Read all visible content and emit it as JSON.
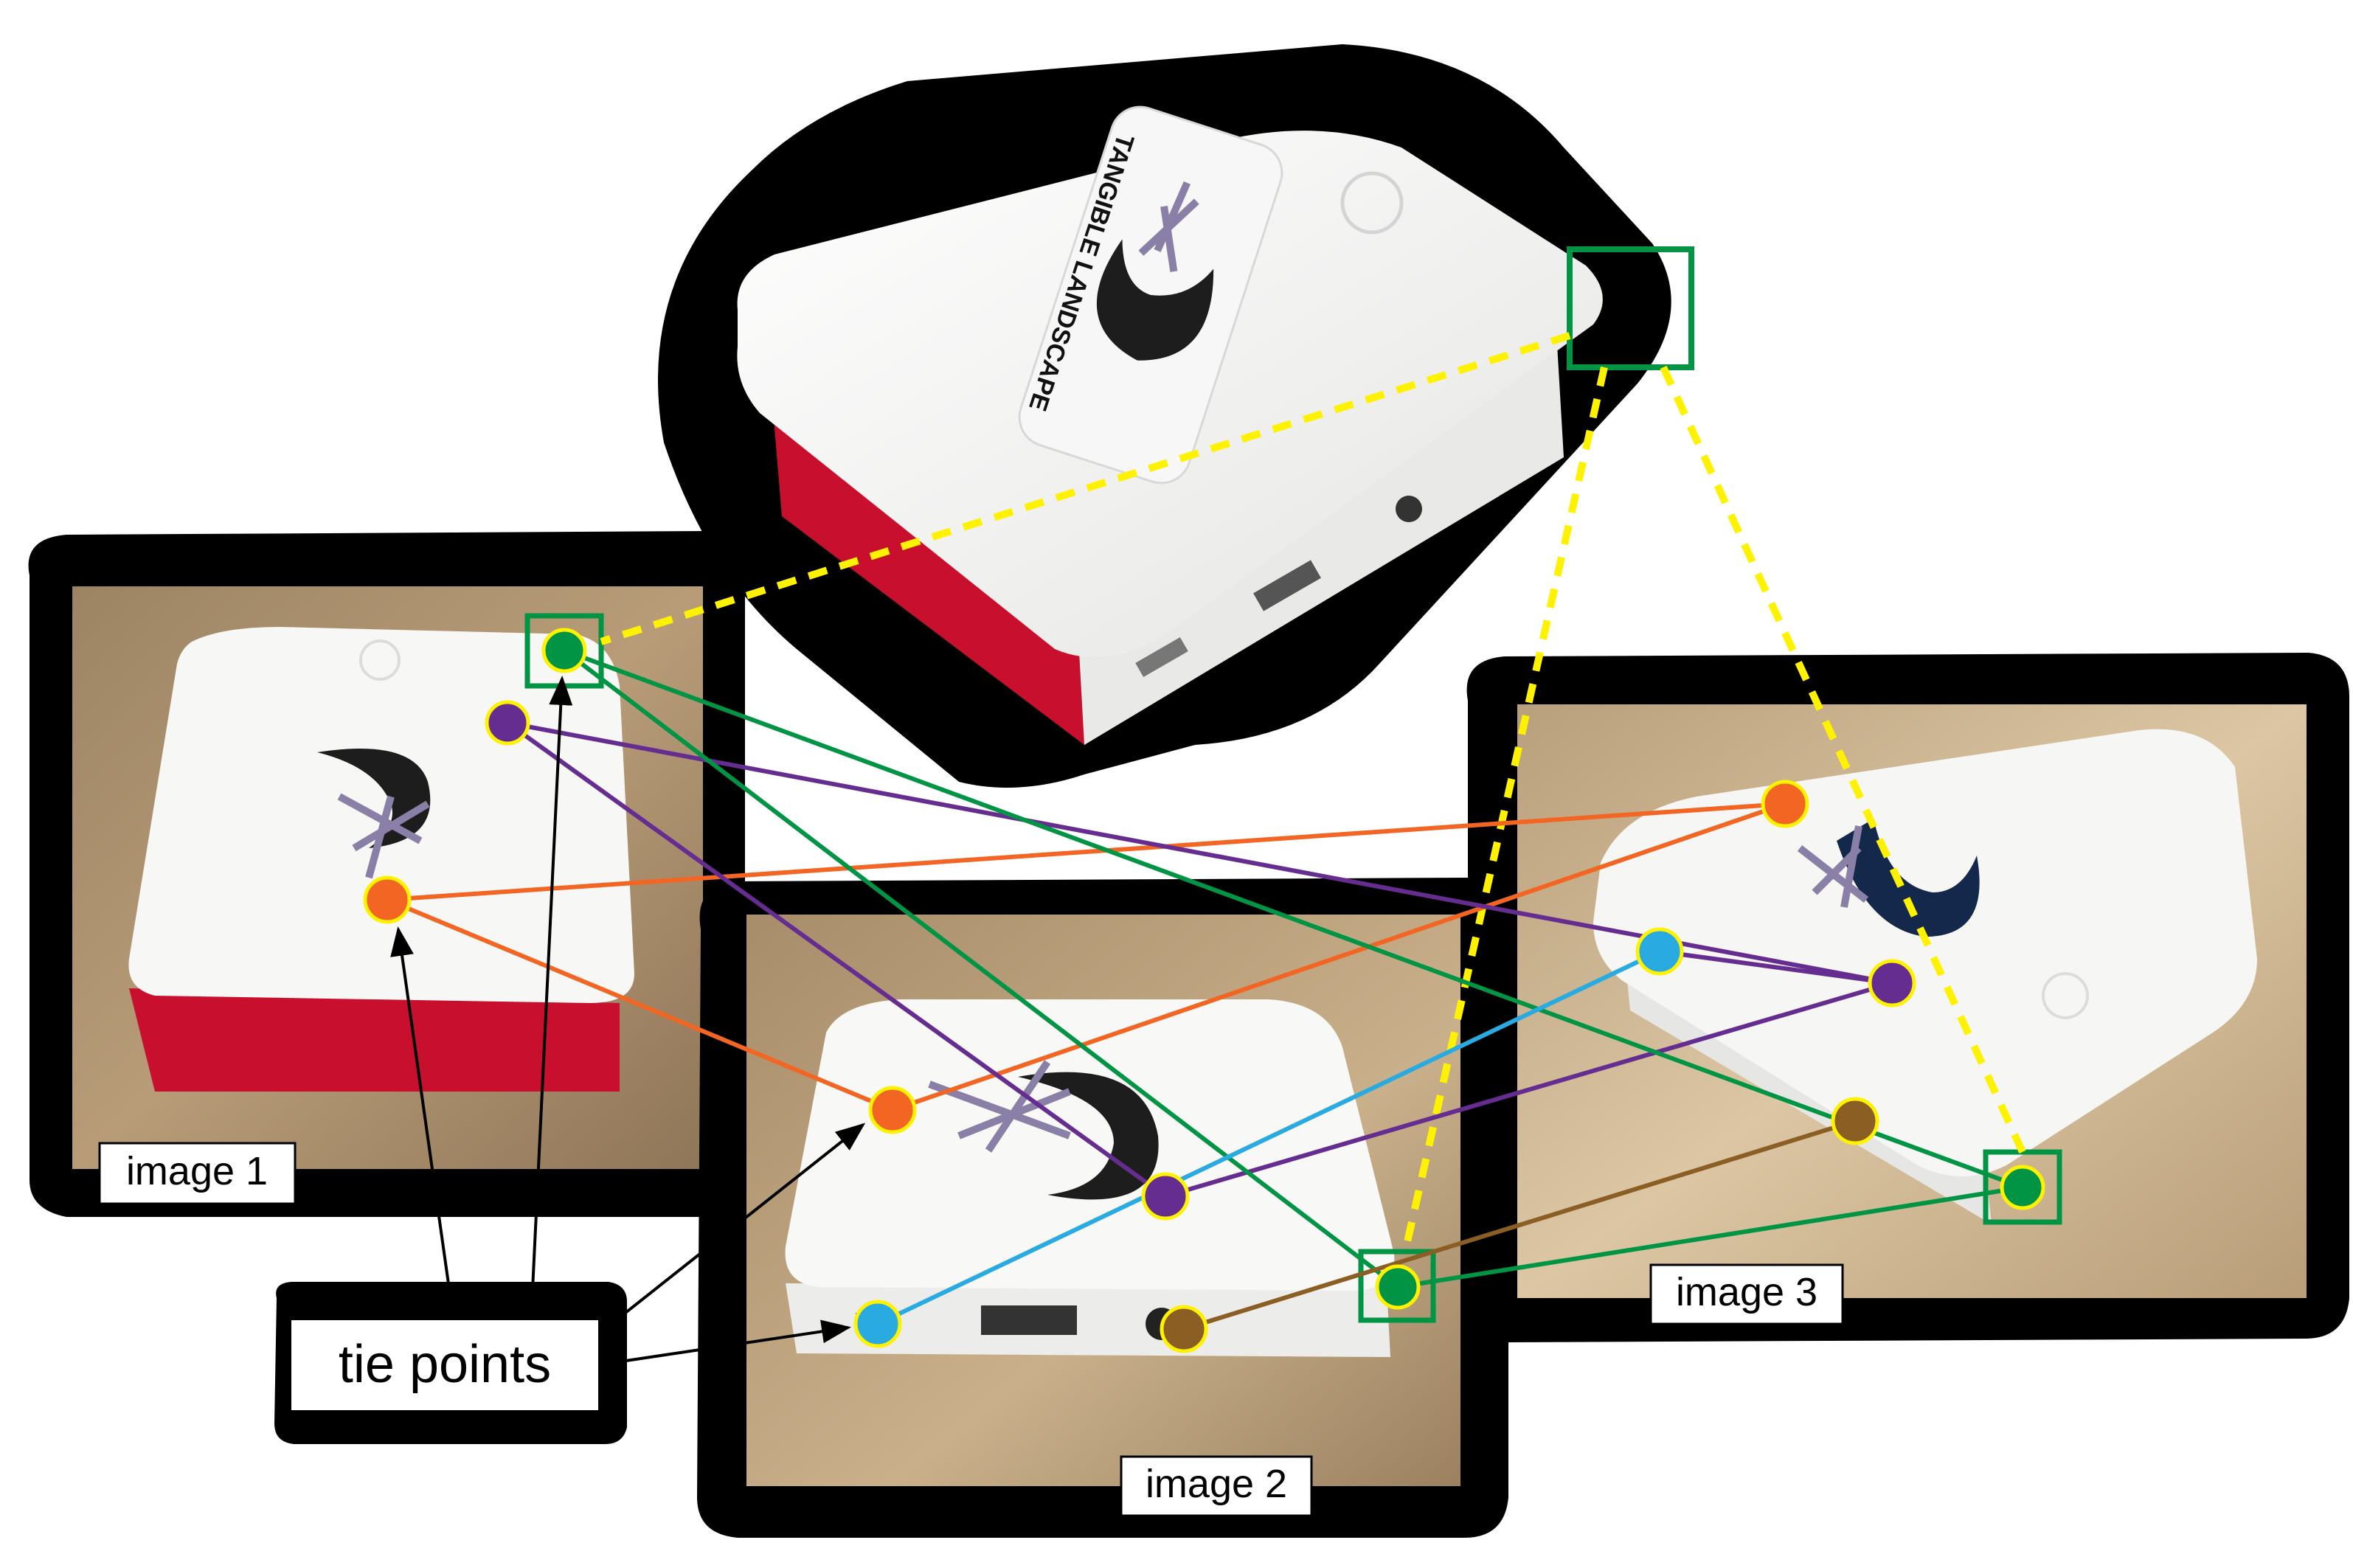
{
  "labels": {
    "image1": "image 1",
    "image2": "image 2",
    "image3": "image 3",
    "tie_points": "tie points"
  },
  "logo_text": "TANGIBLE LANDSCAPE",
  "colors": {
    "tie_orange": "#f26522",
    "tie_purple": "#662d91",
    "tie_green": "#009444",
    "tie_blue": "#29abe2",
    "tie_brown": "#8b5e24",
    "marker_outline": "#fff200",
    "projection_yellow": "#fff200",
    "case_red": "#c8102e",
    "case_white": "#f4f4f2",
    "backdrop": "#000000"
  }
}
